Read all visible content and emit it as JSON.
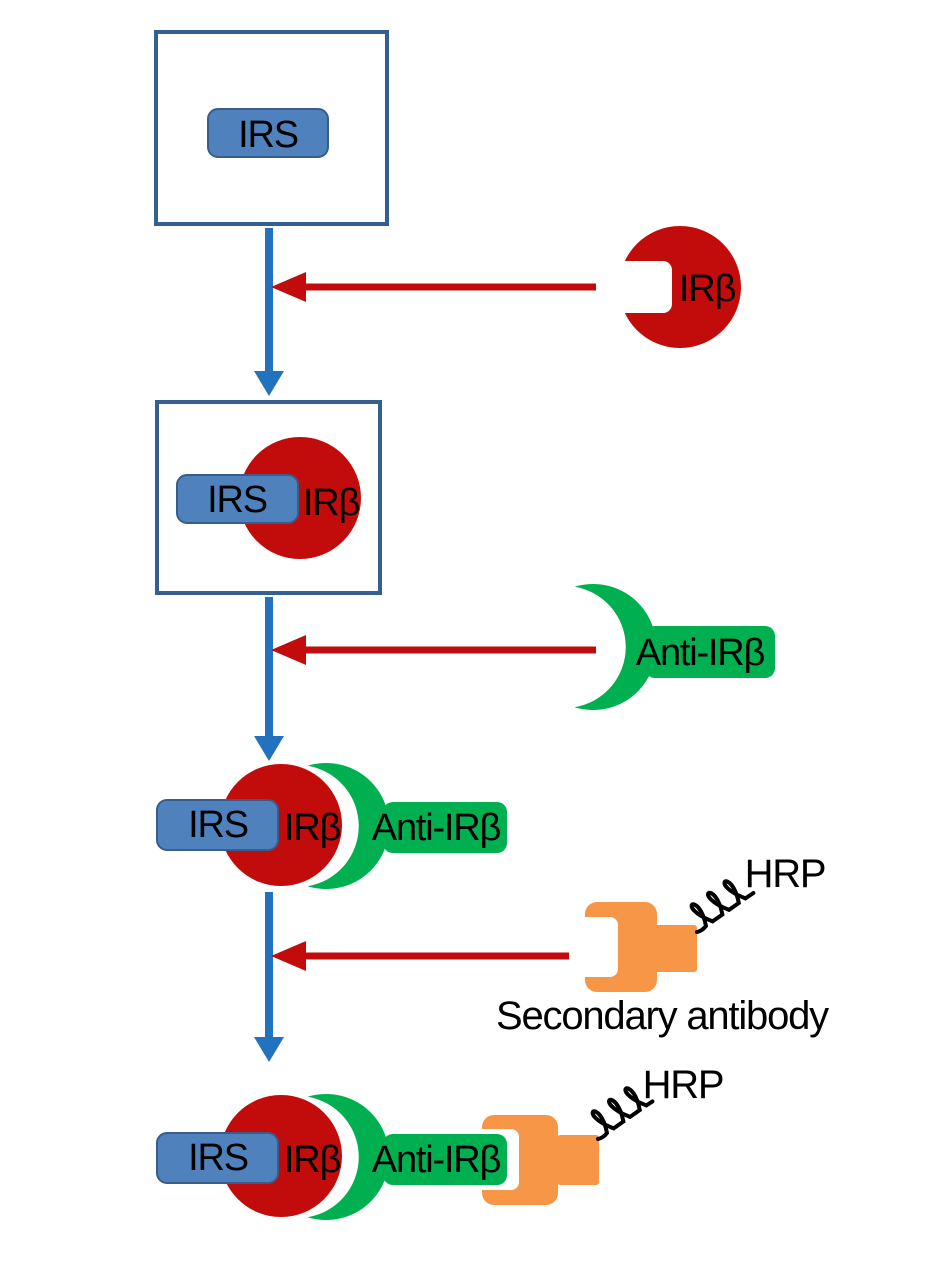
{
  "colors": {
    "dark_red": "#C20C0C",
    "steel_blue_fill": "#4F81BD",
    "steel_blue_border": "#385D8A",
    "box_border_blue": "#365F91",
    "arrow_blue": "#2272BE",
    "green": "#00B050",
    "orange": "#F79646",
    "black": "#000000",
    "white": "#FFFFFF"
  },
  "labels": {
    "irs": "IRS",
    "irb": "IRβ",
    "anti_irb": "Anti-IRβ",
    "secondary_antibody": "Secondary antibody",
    "hrp": "HRP"
  }
}
